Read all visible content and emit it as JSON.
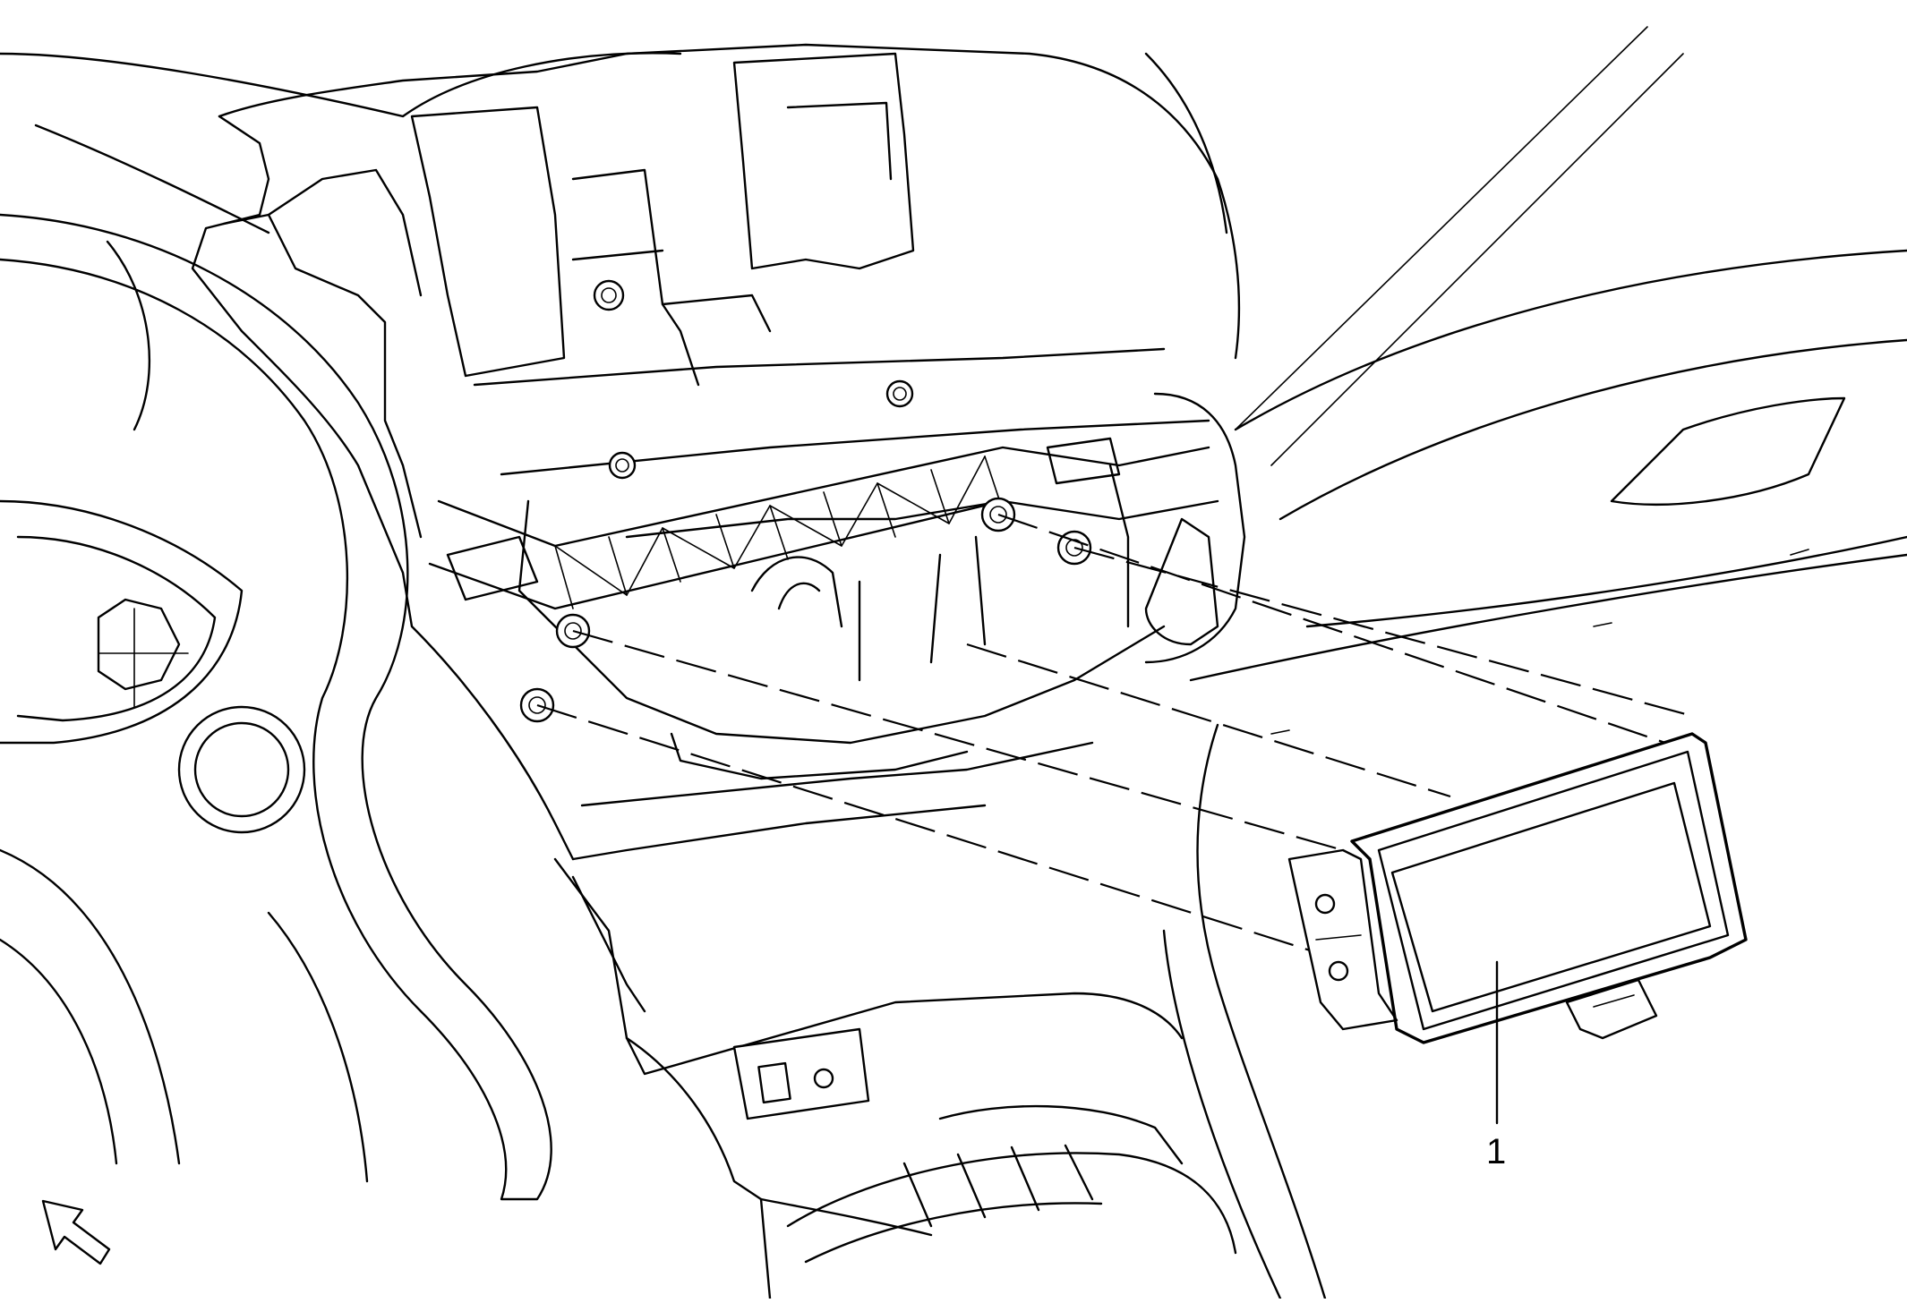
{
  "callouts": [
    {
      "id": "1",
      "label": "1",
      "part": "radio-display-module"
    }
  ],
  "icons": {
    "front_arrow": "front-of-vehicle-arrow-icon"
  },
  "colors": {
    "line": "#000000",
    "background": "#ffffff"
  }
}
